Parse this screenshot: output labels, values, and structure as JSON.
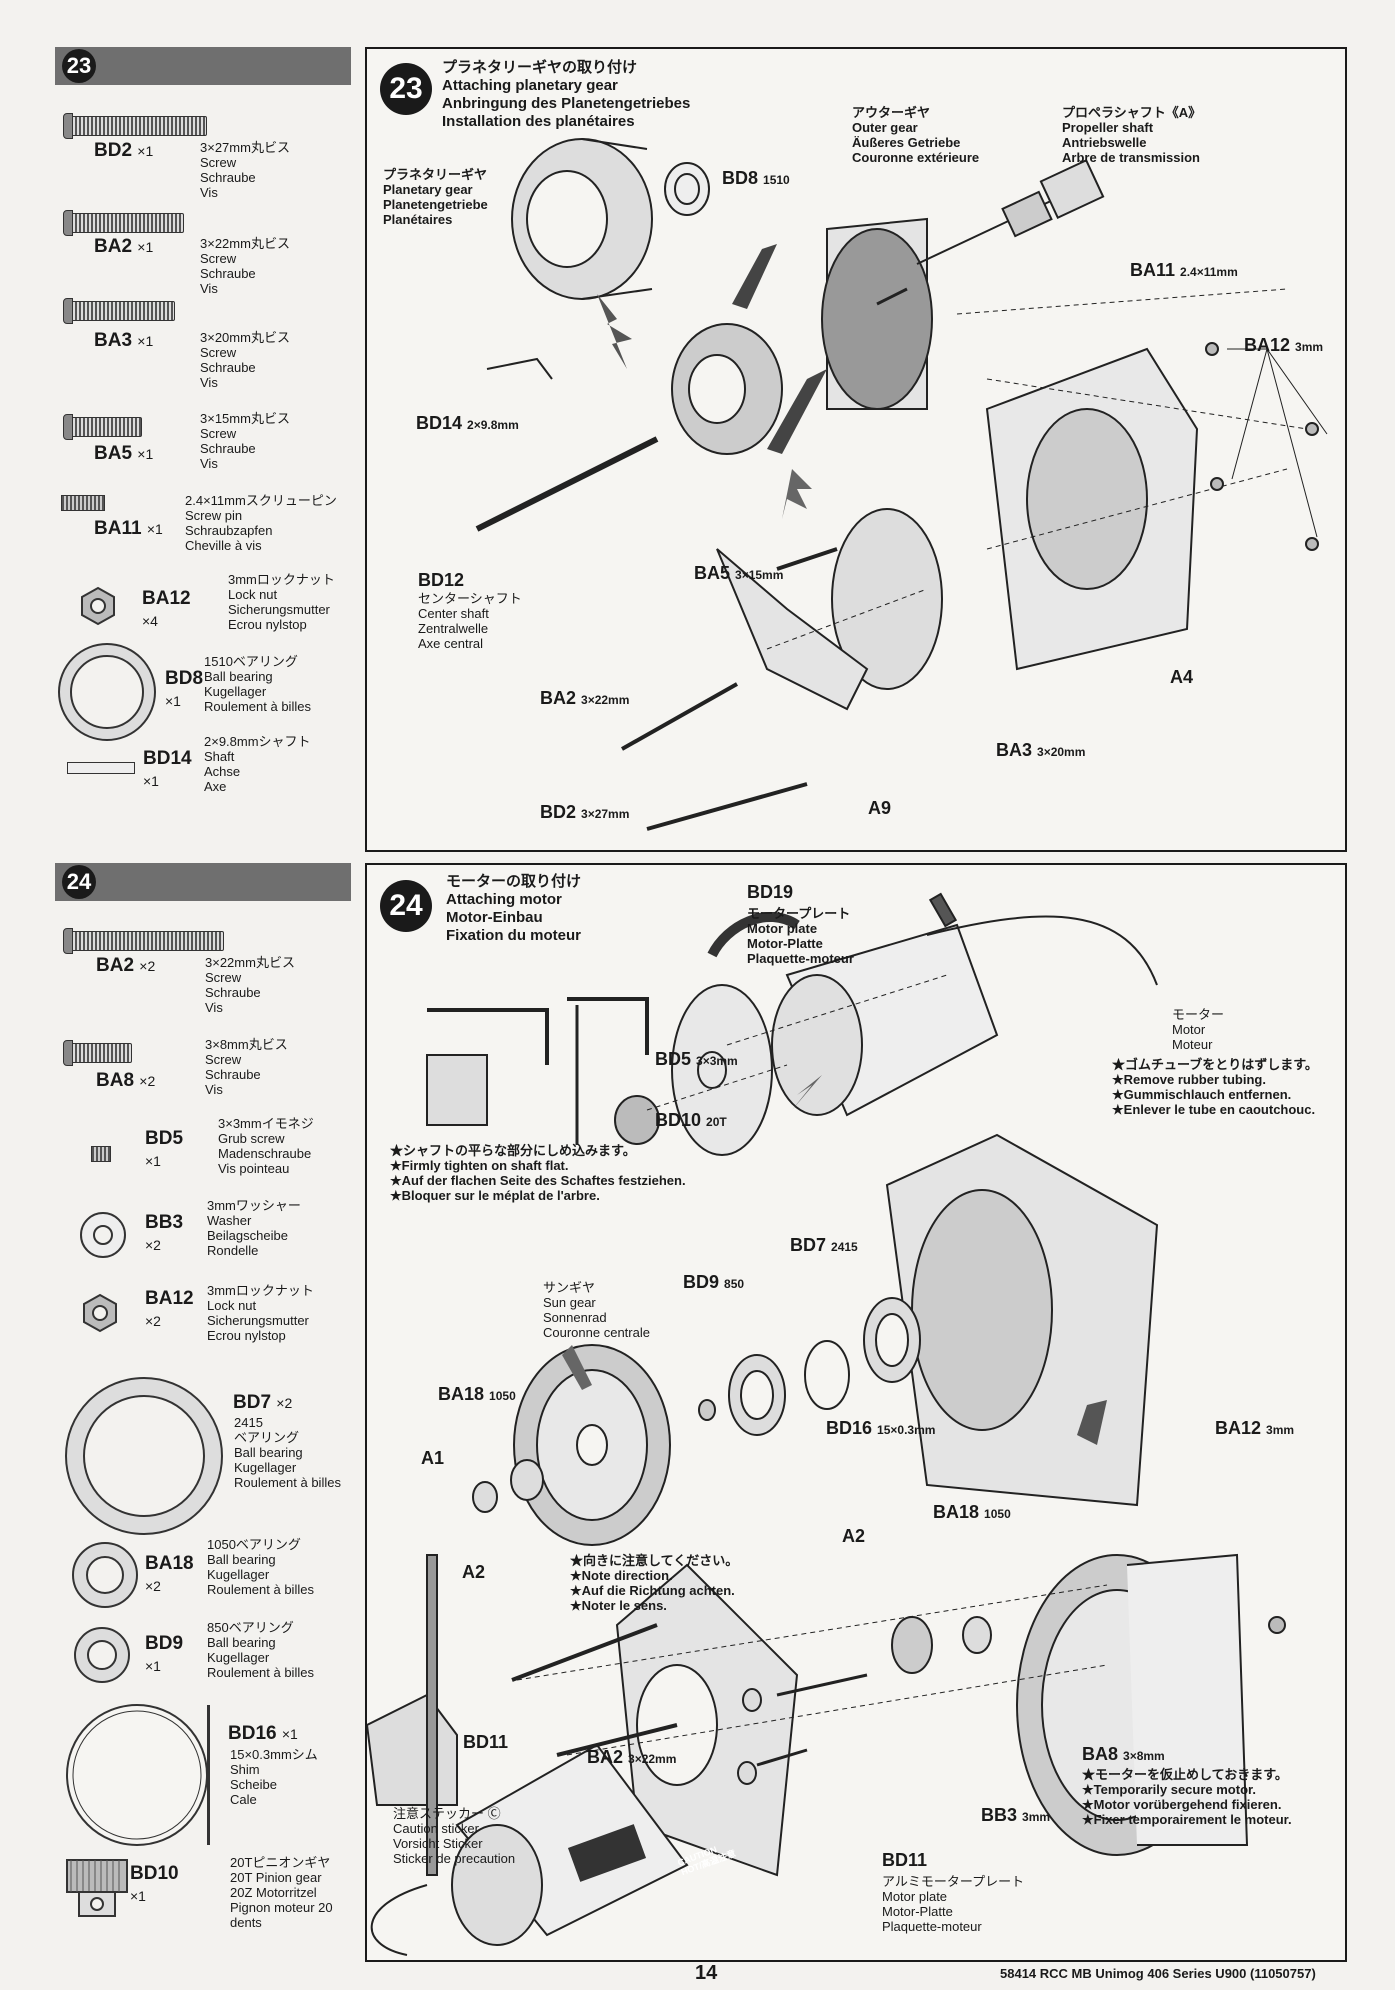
{
  "page_number": "14",
  "footer_text": "58414 RCC MB Unimog 406 Series U900 (11050757)",
  "step23": {
    "number": "23",
    "title": "プラネタリーギヤの取り付け\nAttaching planetary gear\nAnbringung des Planetengetriebes\nInstallation des planétaires",
    "parts": [
      {
        "code": "BD2",
        "qty": "×1",
        "desc": "3×27mm丸ビス\nScrew\nSchraube\nVis"
      },
      {
        "code": "BA2",
        "qty": "×1",
        "desc": "3×22mm丸ビス\nScrew\nSchraube\nVis"
      },
      {
        "code": "BA3",
        "qty": "×1",
        "desc": "3×20mm丸ビス\nScrew\nSchraube\nVis"
      },
      {
        "code": "BA5",
        "qty": "×1",
        "desc": "3×15mm丸ビス\nScrew\nSchraube\nVis"
      },
      {
        "code": "BA11",
        "qty": "×1",
        "desc": "2.4×11mmスクリューピン\nScrew pin\nSchraubzapfen\nCheville à vis"
      },
      {
        "code": "BA12",
        "qty": "×4",
        "desc": "3mmロックナット\nLock nut\nSicherungsmutter\nEcrou nylstop"
      },
      {
        "code": "BD8",
        "qty": "×1",
        "desc": "1510ベアリング\nBall bearing\nKugellager\nRoulement à billes"
      },
      {
        "code": "BD14",
        "qty": "×1",
        "desc": "2×9.8mmシャフト\nShaft\nAchse\nAxe"
      }
    ],
    "labels": {
      "planetary_gear": "プラネタリーギヤ\nPlanetary gear\nPlanetengetriebe\nPlanétaires",
      "outer_gear": "アウターギヤ\nOuter gear\nÄußeres Getriebe\nCouronne extérieure",
      "propeller_shaft": "プロペラシャフト《A》\nPropeller shaft\nAntriebswelle\nArbre de transmission",
      "center_shaft": "センターシャフト\nCenter shaft\nZentralwelle\nAxe central",
      "BD8": "BD8",
      "BD8_size": "1510",
      "BA11": "BA11",
      "BA11_size": "2.4×11mm",
      "BA12": "BA12",
      "BA12_size": "3mm",
      "BD14": "BD14",
      "BD14_size": "2×9.8mm",
      "BD12": "BD12",
      "BA5": "BA5",
      "BA5_size": "3×15mm",
      "BA2": "BA2",
      "BA2_size": "3×22mm",
      "BA3": "BA3",
      "BA3_size": "3×20mm",
      "BD2": "BD2",
      "BD2_size": "3×27mm",
      "A4": "A4",
      "A9": "A9"
    }
  },
  "step24": {
    "number": "24",
    "title": "モーターの取り付け\nAttaching motor\nMotor-Einbau\nFixation du moteur",
    "parts": [
      {
        "code": "BA2",
        "qty": "×2",
        "desc": "3×22mm丸ビス\nScrew\nSchraube\nVis"
      },
      {
        "code": "BA8",
        "qty": "×2",
        "desc": "3×8mm丸ビス\nScrew\nSchraube\nVis"
      },
      {
        "code": "BD5",
        "qty": "×1",
        "desc": "3×3mmイモネジ\nGrub screw\nMadenschraube\nVis pointeau"
      },
      {
        "code": "BB3",
        "qty": "×2",
        "desc": "3mmワッシャー\nWasher\nBeilagscheibe\nRondelle"
      },
      {
        "code": "BA12",
        "qty": "×2",
        "desc": "3mmロックナット\nLock nut\nSicherungsmutter\nEcrou nylstop"
      },
      {
        "code": "BD7",
        "qty": "×2",
        "desc": "2415\nベアリング\nBall bearing\nKugellager\nRoulement à billes"
      },
      {
        "code": "BA18",
        "qty": "×2",
        "desc": "1050ベアリング\nBall bearing\nKugellager\nRoulement à billes"
      },
      {
        "code": "BD9",
        "qty": "×1",
        "desc": "850ベアリング\nBall bearing\nKugellager\nRoulement à billes"
      },
      {
        "code": "BD16",
        "qty": "×1",
        "desc": "15×0.3mmシム\nShim\nScheibe\nCale"
      },
      {
        "code": "BD10",
        "qty": "×1",
        "desc": "20Tピニオンギヤ\n20T Pinion gear\n20Z Motorritzel\nPignon moteur 20\ndents"
      }
    ],
    "labels": {
      "motor_plate": "モータープレート\nMotor plate\nMotor-Platte\nPlaquette-moteur",
      "motor": "モーター\nMotor\nMoteur",
      "rubber_note": "★ゴムチューブをとりはずします。\n★Remove rubber tubing.\n★Gummischlauch entfernen.\n★Enlever le tube en caoutchouc.",
      "shaft_note": "★シャフトの平らな部分にしめ込みます。\n★Firmly tighten on shaft flat.\n★Auf der flachen Seite des Schaftes festziehen.\n★Bloquer sur le méplat de l'arbre.",
      "sun_gear": "サンギヤ\nSun gear\nSonnenrad\nCouronne centrale",
      "direction_note": "★向きに注意してください。\n★Note direction.\n★Auf die Richtung achten.\n★Noter le sens.",
      "temp_note": "★モーターを仮止めしておきます。\n★Temporarily secure motor.\n★Motor vorübergehend fixieren.\n★Fixer temporairement le moteur.",
      "caution_sticker": "注意ステッカー Ⓒ\nCaution sticker\nVorsicht Sticker\nSticker de precaution",
      "alu_motor_plate": "アルミモータープレート\nMotor plate\nMotor-Platte\nPlaquette-moteur",
      "BD19": "BD19",
      "BD5": "BD5",
      "BD5_size": "3×3mm",
      "BD10": "BD10",
      "BD10_size": "20T",
      "BD7": "BD7",
      "BD7_size": "2415",
      "BD9": "BD9",
      "BD9_size": "850",
      "BA18": "BA18",
      "BA18_size": "1050",
      "BD16": "BD16",
      "BD16_size": "15×0.3mm",
      "BA12": "BA12",
      "BA12_size": "3mm",
      "A1": "A1",
      "A2": "A2",
      "BD11": "BD11",
      "BA2": "BA2",
      "BA2_size": "3×22mm",
      "BA8": "BA8",
      "BA8_size": "3×8mm",
      "BB3": "BB3",
      "BB3_size": "3mm",
      "caution_text": "CAUTION\nHOT/高温注意"
    }
  }
}
